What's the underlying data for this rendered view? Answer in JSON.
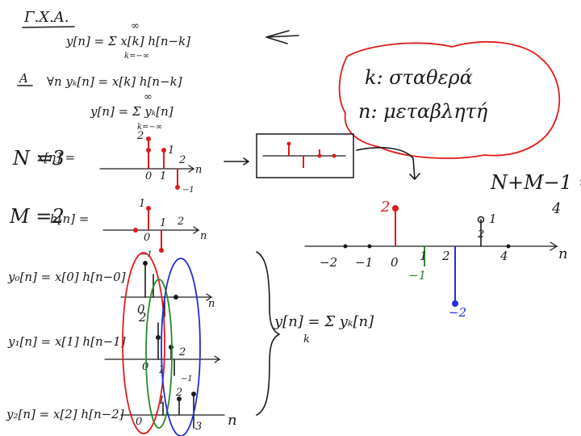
{
  "header": {
    "title": "Γ.Χ.Α.",
    "conv_formula": "y[n] = Σ x[k] h[n−k]",
    "sum_upper": "∞",
    "sum_lower": "k=−∞"
  },
  "definition": {
    "label_a": "A",
    "forall_line": "∀n   yₖ[n] = x[k] h[n−k]",
    "sum_line": "y[n] = Σ yₖ[n]",
    "sum_upper": "∞",
    "sum_lower": "k=−∞"
  },
  "note_bubble": {
    "line1": "k: σταθερά",
    "line2": "n: μεταβλητή"
  },
  "x_signal": {
    "n_label": "N =3",
    "name": "x[n] =",
    "value_labels": [
      "2",
      "1",
      "2",
      "−1"
    ],
    "tick_labels": [
      "0",
      "1"
    ],
    "axis_var": "n"
  },
  "h_signal": {
    "m_label": "M =2",
    "name": "h[n] =",
    "value_labels": [
      "1",
      "2",
      "−1"
    ],
    "tick_labels": [
      "0",
      "1"
    ],
    "axis_var": "n"
  },
  "components": {
    "y0": "y₀[n] = x[0] h[n−0]",
    "y1": "y₁[n] = x[1] h[n−1]",
    "y2": "y₂[n] = x[2] h[n−2]",
    "y0_labels": [
      "0",
      "2"
    ],
    "y1_labels": [
      "2",
      "0",
      "1",
      "−1"
    ],
    "y2_labels": [
      "1",
      "2",
      "0",
      "3"
    ],
    "axis_var": "n"
  },
  "sum_expression": "y[n] = Σ yₖ[n]",
  "sum_index": "k",
  "length": {
    "formula": "N+M−1 =",
    "value": "4"
  },
  "result": {
    "tick_labels": [
      "−2",
      "−1",
      "0",
      "1",
      "2",
      "4"
    ],
    "value_labels": [
      "2",
      "1",
      "−1",
      "−2",
      "2"
    ],
    "axis_var": "n"
  }
}
